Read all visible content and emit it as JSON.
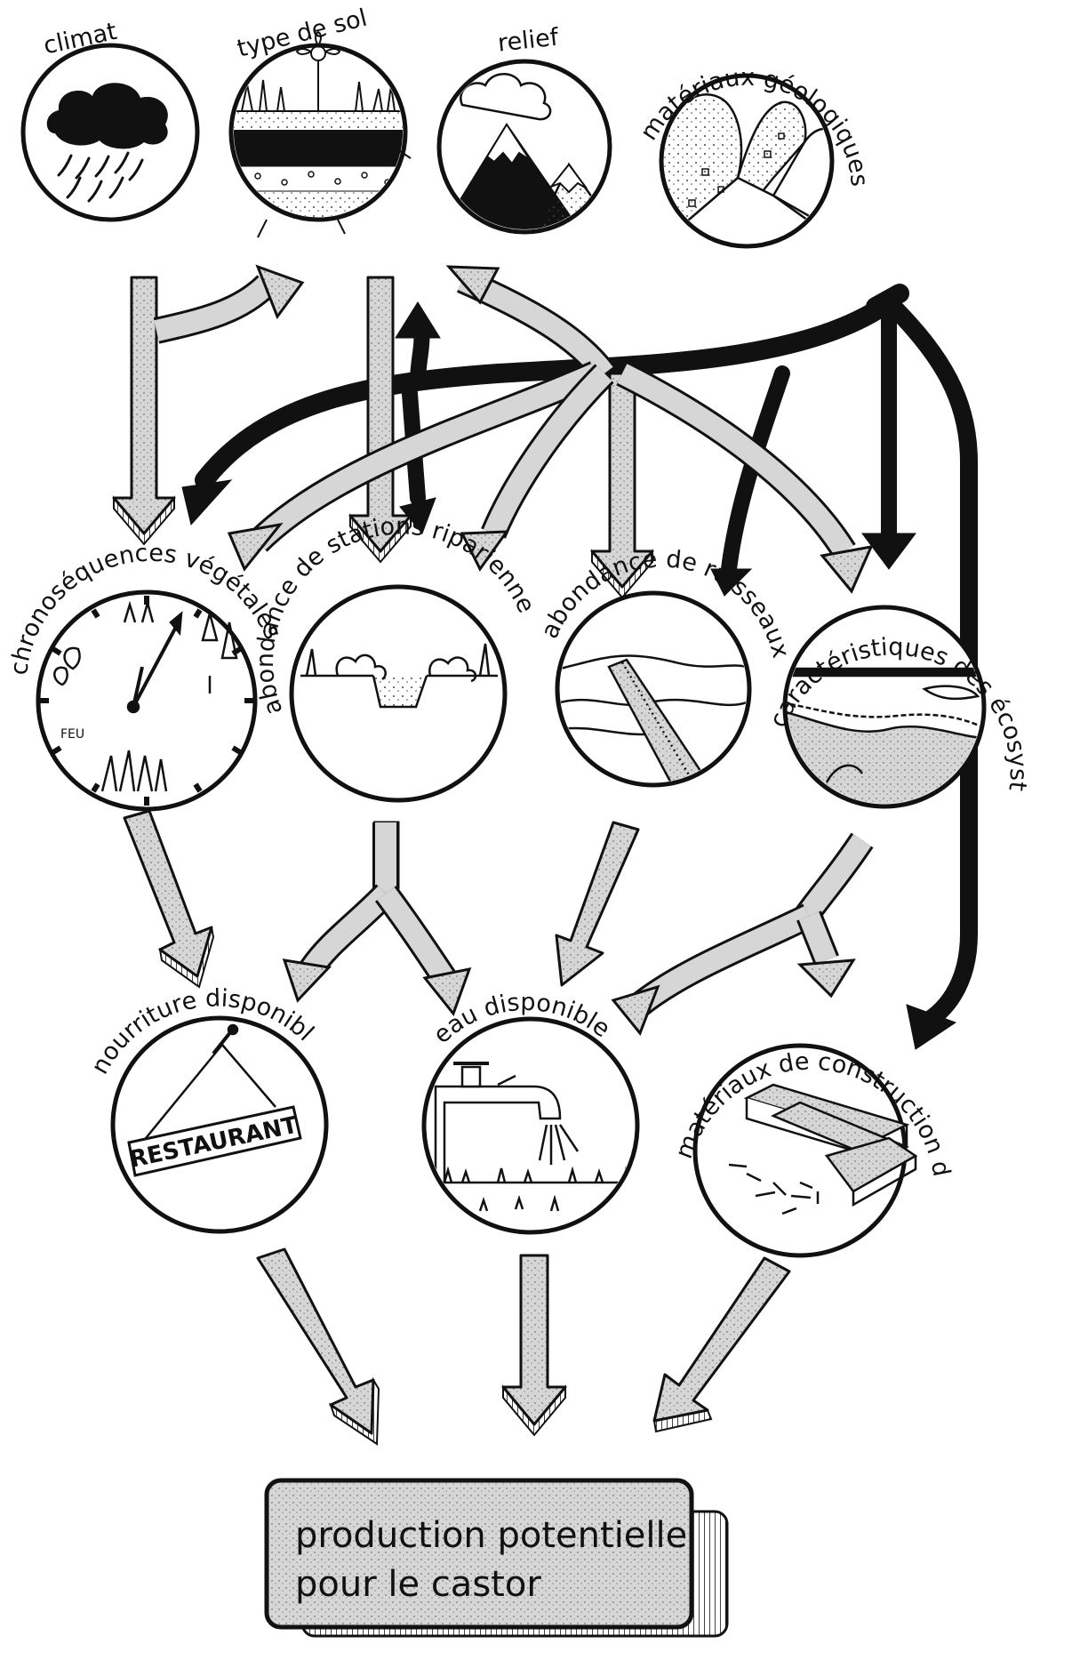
{
  "colors": {
    "ink": "#111111",
    "light_arrow_fill": "#d9d9d9",
    "dark_arrow_fill": "#111111",
    "paper": "#ffffff"
  },
  "factors": {
    "climat": "climat",
    "type_de_sol": "type de sol",
    "relief": "relief",
    "materiaux_geologiques": "matériaux géologiques de surface"
  },
  "indicators": {
    "chronosequences": "chronoséquences végétales",
    "stations_riparienne": "abondance de stations ripariennes",
    "ruisseaux": "abondance de ruisseaux",
    "ecosystemes": "caractéristiques des écosystèmes aquatiques"
  },
  "resources": {
    "nourriture": "nourriture disponible",
    "eau": "eau disponible",
    "materiaux_construction": "matériaux de construction disponibles"
  },
  "icons": {
    "restaurant_sign": "RESTAURANT",
    "fire_label": "FEU"
  },
  "result": {
    "line1": "production potentielle",
    "line2": "pour le castor"
  }
}
